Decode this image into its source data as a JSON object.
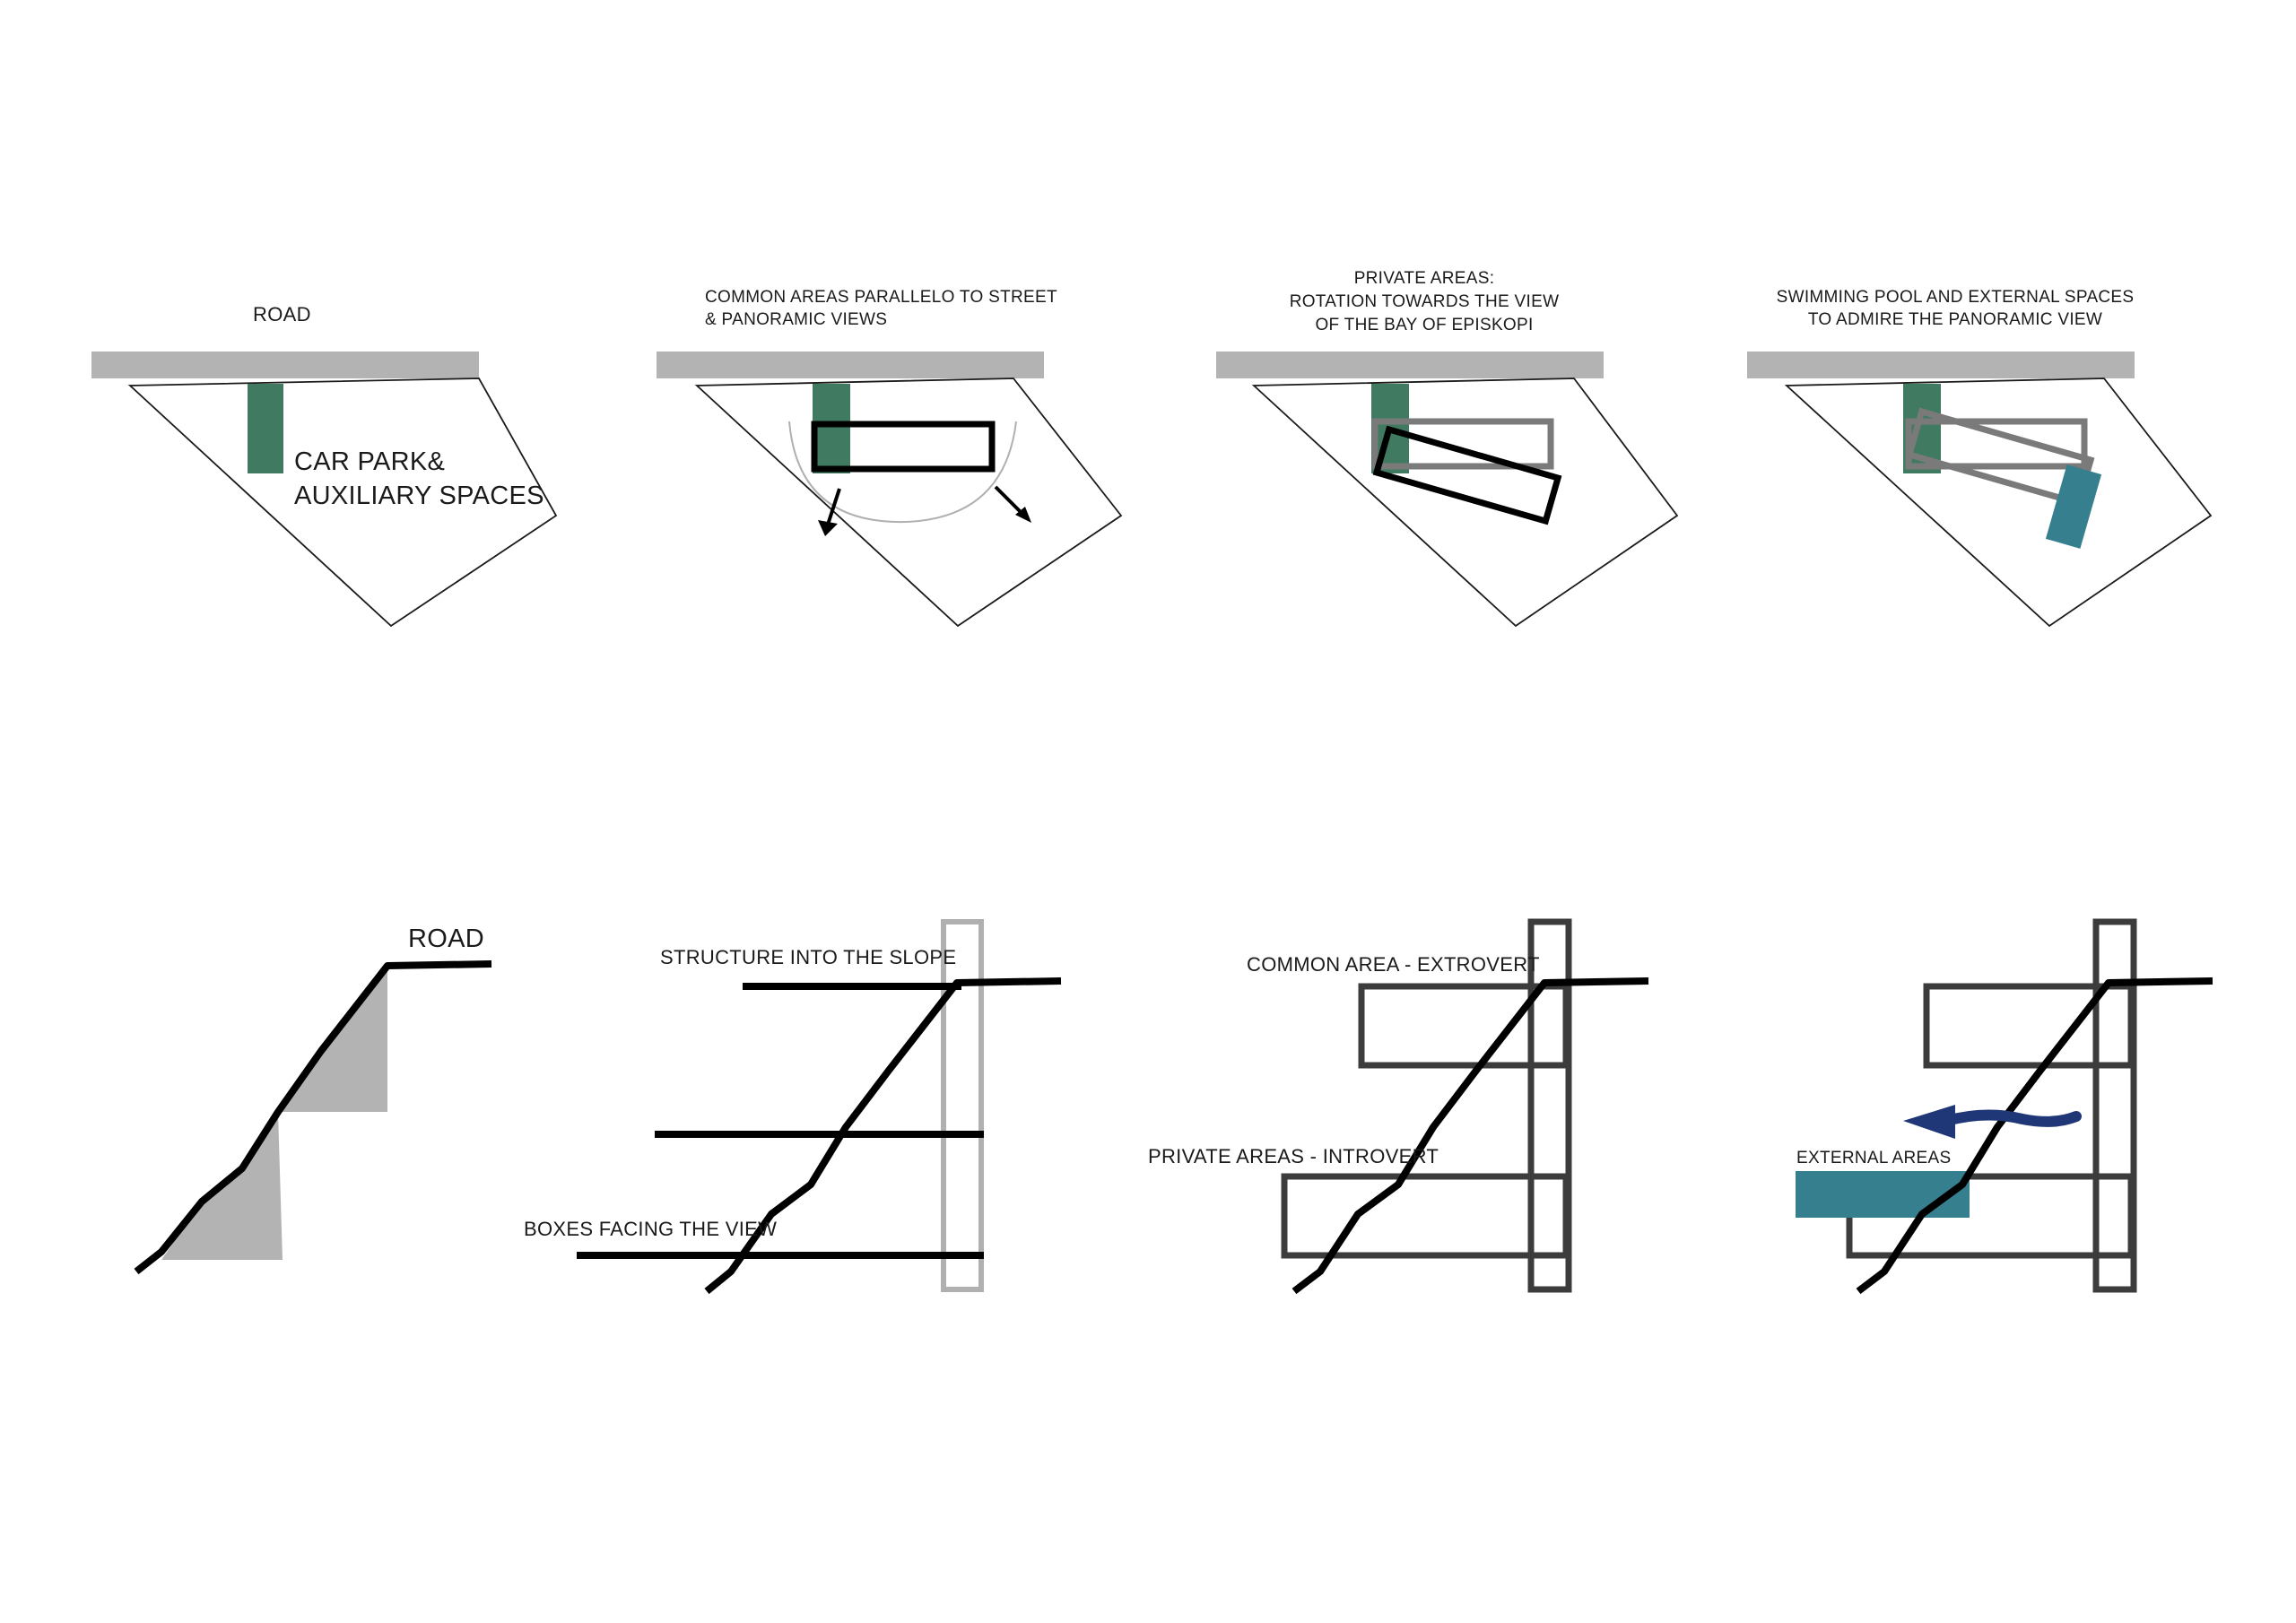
{
  "colors": {
    "road": "#b3b3b3",
    "green": "#3f7a61",
    "teal": "#357f8e",
    "navy": "#1f3776",
    "black": "#000000",
    "dark_gray": "#3c3c3c",
    "mid_gray": "#7a7a7a",
    "light_gray": "#b0b0b0",
    "slope_fill": "#b3b3b3"
  },
  "top_row": {
    "panel1": {
      "road_label": "ROAD",
      "car_park_line1": "CAR PARK&",
      "car_park_line2": "AUXILIARY SPACES"
    },
    "panel2": {
      "line1": "COMMON AREAS PARALLELO TO STREET",
      "line2": "& PANORAMIC VIEWS"
    },
    "panel3": {
      "line1": "PRIVATE AREAS:",
      "line2": "ROTATION TOWARDS THE VIEW",
      "line3": "OF THE BAY OF EPISKOPI"
    },
    "panel4": {
      "line1": "SWIMMING POOL AND EXTERNAL SPACES",
      "line2": "TO ADMIRE THE PANORAMIC VIEW"
    }
  },
  "bottom_row": {
    "panel1": {
      "road_label": "ROAD"
    },
    "panel2": {
      "structure_label": "STRUCTURE INTO THE SLOPE",
      "boxes_label": "BOXES FACING THE VIEW"
    },
    "panel3": {
      "common_label": "COMMON AREA - EXTROVERT",
      "private_label": "PRIVATE AREAS - INTROVERT"
    },
    "panel4": {
      "external_label": "EXTERNAL AREAS"
    }
  }
}
